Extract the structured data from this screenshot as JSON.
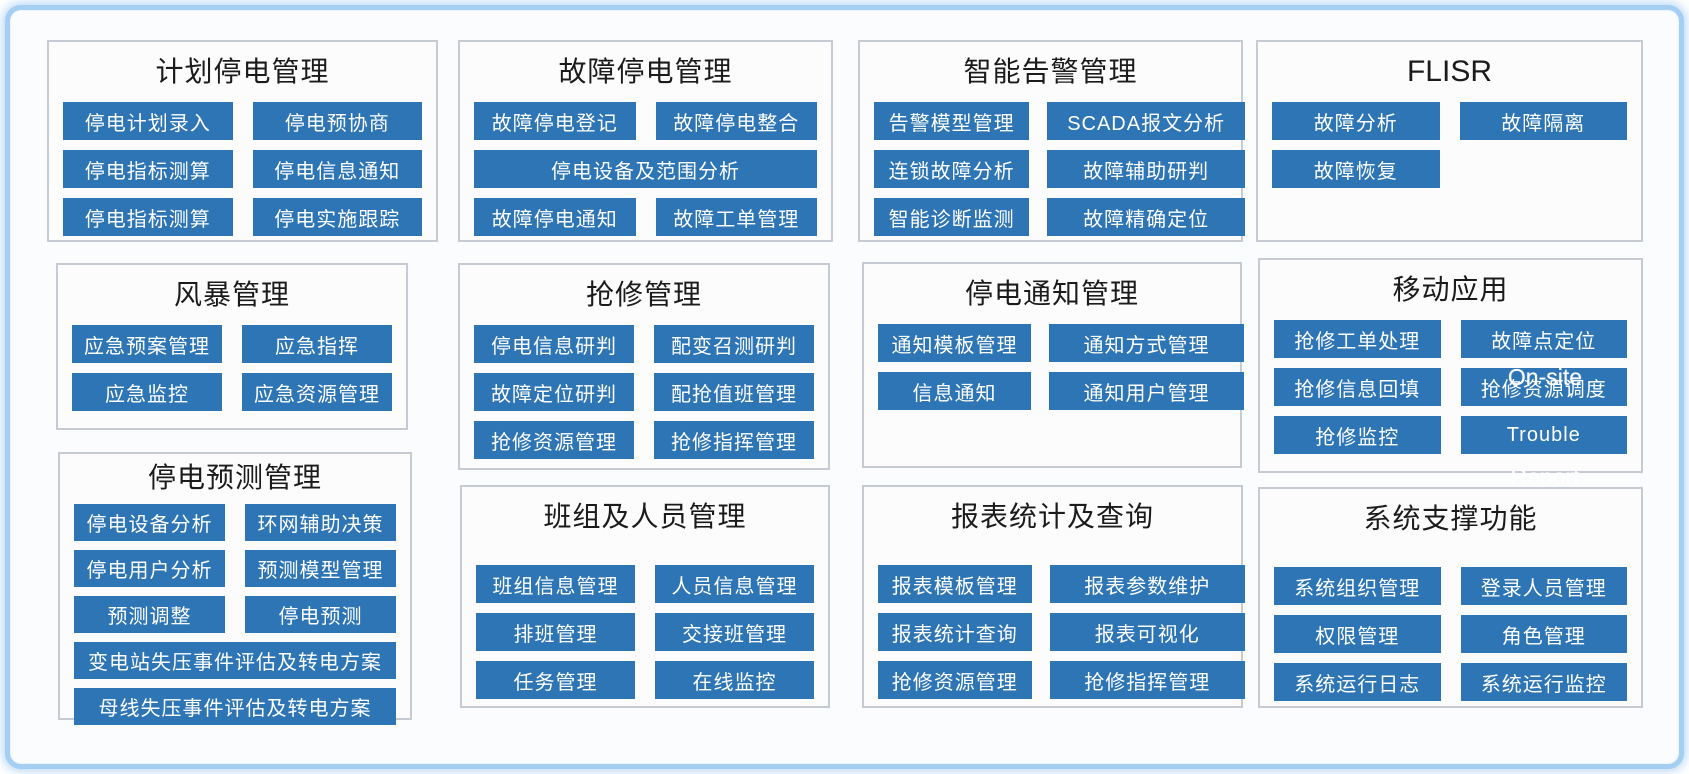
{
  "style": {
    "button_bg": "#2e75b6",
    "button_text": "#ffffff",
    "panel_bg": "#fcfcfd",
    "panel_border": "#c6cad3",
    "title_color": "#1b1b1b",
    "frame_border": "#a5cff2",
    "page_bg": "#ffffff"
  },
  "panels": [
    {
      "id": "planned-outage-management",
      "title": "计划停电管理",
      "buttons": [
        {
          "label": "停电计划录入"
        },
        {
          "label": "停电预协商"
        },
        {
          "label": "停电指标测算"
        },
        {
          "label": "停电信息通知"
        },
        {
          "label": "停电指标测算"
        },
        {
          "label": "停电实施跟踪"
        }
      ]
    },
    {
      "id": "fault-outage-management",
      "title": "故障停电管理",
      "buttons": [
        {
          "label": "故障停电登记"
        },
        {
          "label": "故障停电整合"
        },
        {
          "label": "停电设备及范围分析",
          "span": "full"
        },
        {
          "label": "故障停电通知"
        },
        {
          "label": "故障工单管理"
        }
      ]
    },
    {
      "id": "smart-alarm-management",
      "title": "智能告警管理",
      "buttons": [
        {
          "label": "告警模型管理"
        },
        {
          "label": "SCADA报文分析"
        },
        {
          "label": "连锁故障分析"
        },
        {
          "label": "故障辅助研判"
        },
        {
          "label": "智能诊断监测"
        },
        {
          "label": "故障精确定位"
        }
      ]
    },
    {
      "id": "flisr",
      "title": "FLISR",
      "buttons": [
        {
          "label": "故障分析"
        },
        {
          "label": "故障隔离"
        },
        {
          "label": "故障恢复"
        }
      ]
    },
    {
      "id": "storm-management",
      "title": "风暴管理",
      "buttons": [
        {
          "label": "应急预案管理"
        },
        {
          "label": "应急指挥"
        },
        {
          "label": "应急监控"
        },
        {
          "label": "应急资源管理"
        }
      ]
    },
    {
      "id": "repair-management",
      "title": "抢修管理",
      "buttons": [
        {
          "label": "停电信息研判"
        },
        {
          "label": "配变召测研判"
        },
        {
          "label": "故障定位研判"
        },
        {
          "label": "配抢值班管理"
        },
        {
          "label": "抢修资源管理"
        },
        {
          "label": "抢修指挥管理"
        }
      ]
    },
    {
      "id": "outage-notification-management",
      "title": "停电通知管理",
      "buttons": [
        {
          "label": "通知模板管理"
        },
        {
          "label": "通知方式管理"
        },
        {
          "label": "信息通知"
        },
        {
          "label": "通知用户管理"
        }
      ]
    },
    {
      "id": "mobile-application",
      "title": "移动应用",
      "buttons": [
        {
          "label": "抢修工单处理"
        },
        {
          "label": "故障点定位"
        },
        {
          "label": "抢修信息回填"
        },
        {
          "label": "抢修资源调度"
        },
        {
          "label": "抢修监控"
        },
        {
          "label": "Trouble"
        }
      ],
      "overlay": {
        "lines": [
          "On-site",
          "Report"
        ]
      }
    },
    {
      "id": "outage-forecast-management",
      "title": "停电预测管理",
      "buttons": [
        {
          "label": "停电设备分析"
        },
        {
          "label": "环网辅助决策"
        },
        {
          "label": "停电用户分析"
        },
        {
          "label": "预测模型管理"
        },
        {
          "label": "预测调整"
        },
        {
          "label": "停电预测"
        },
        {
          "label": "变电站失压事件评估及转电方案",
          "span": "full"
        },
        {
          "label": "母线失压事件评估及转电方案",
          "span": "full"
        }
      ]
    },
    {
      "id": "team-personnel-management",
      "title": "班组及人员管理",
      "buttons": [
        {
          "label": "班组信息管理"
        },
        {
          "label": "人员信息管理"
        },
        {
          "label": "排班管理"
        },
        {
          "label": "交接班管理"
        },
        {
          "label": "任务管理"
        },
        {
          "label": "在线监控"
        }
      ]
    },
    {
      "id": "report-statistics-query",
      "title": "报表统计及查询",
      "buttons": [
        {
          "label": "报表模板管理"
        },
        {
          "label": "报表参数维护"
        },
        {
          "label": "报表统计查询"
        },
        {
          "label": "报表可视化"
        },
        {
          "label": "抢修资源管理"
        },
        {
          "label": "抢修指挥管理"
        }
      ]
    },
    {
      "id": "system-support-functions",
      "title": "系统支撑功能",
      "buttons": [
        {
          "label": "系统组织管理"
        },
        {
          "label": "登录人员管理"
        },
        {
          "label": "权限管理"
        },
        {
          "label": "角色管理"
        },
        {
          "label": "系统运行日志"
        },
        {
          "label": "系统运行监控"
        }
      ]
    }
  ]
}
